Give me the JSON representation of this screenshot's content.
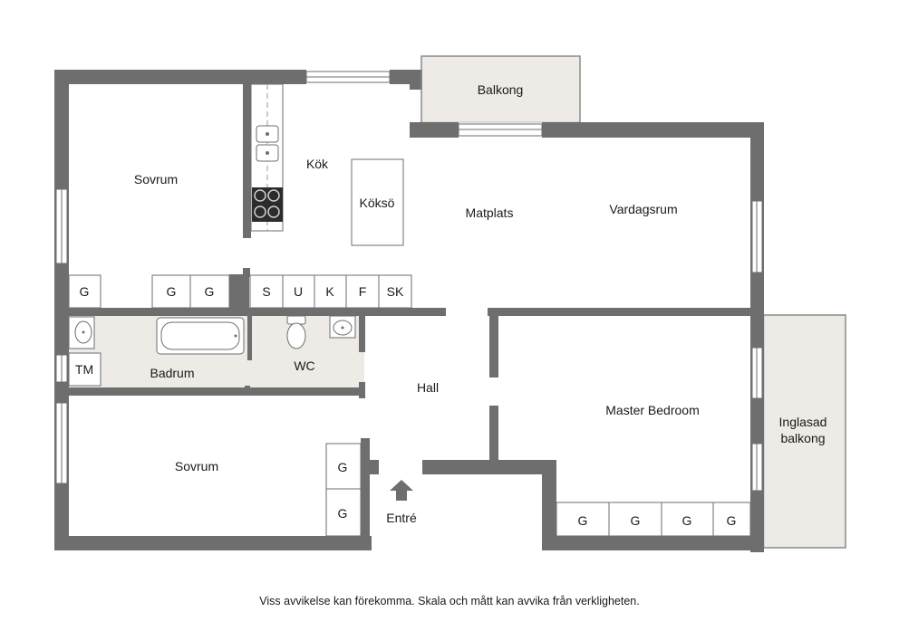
{
  "rooms": {
    "sovrum_top": "Sovrum",
    "kok": "Kök",
    "koksö": "Köksö",
    "matplats": "Matplats",
    "vardagsrum": "Vardagsrum",
    "balkong": "Balkong",
    "badrum": "Badrum",
    "wc": "WC",
    "hall": "Hall",
    "sovrum_bottom": "Sovrum",
    "master": "Master Bedroom",
    "inglasad_1": "Inglasad",
    "inglasad_2": "balkong",
    "entre": "Entré"
  },
  "fixtures": {
    "g": "G",
    "tm": "TM",
    "s": "S",
    "u": "U",
    "k": "K",
    "f": "F",
    "sk": "SK"
  },
  "disclaimer": "Viss avvikelse kan förekomma. Skala och mått kan avvika från verkligheten.",
  "colors": {
    "wall": "#6e6e6e",
    "wet_floor": "#eeeae6",
    "balcony_floor": "#eeeae6",
    "appliance": "#2c2c2c"
  }
}
